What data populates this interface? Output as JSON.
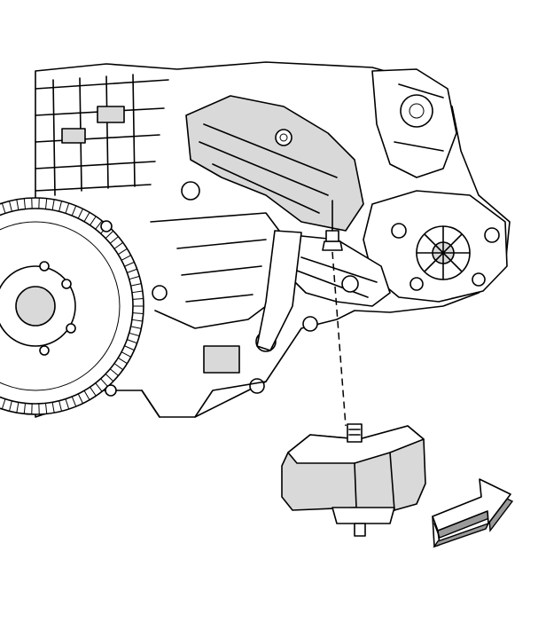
{
  "diagram": {
    "colors": {
      "line": "#000000",
      "shade": "#d9d9d9",
      "dark": "#9a9a9a",
      "background": "#ffffff"
    },
    "parts": [
      "engine-block",
      "flywheel",
      "transmission-bracket",
      "bolt",
      "engine-mount",
      "direction-arrow"
    ],
    "flywheel_teeth": 90
  }
}
